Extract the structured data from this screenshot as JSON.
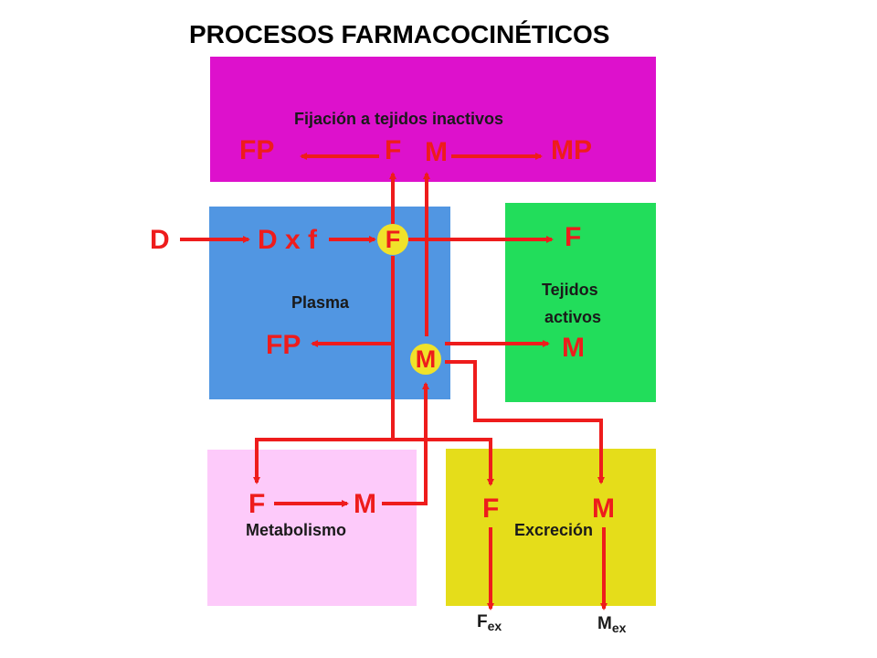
{
  "title": "PROCESOS  FARMACOCINÉTICOS",
  "colors": {
    "inactive_tissue": "#dd11cc",
    "plasma": "#5196e2",
    "active_tissue": "#22dd5b",
    "metabolism": "#fdcafa",
    "excretion": "#e5dd1a",
    "arrow": "#ee1c1c",
    "node": "#f0e22a"
  },
  "inactive_tissue": {
    "label": "Fijación a tejidos inactivos",
    "fp": "FP",
    "f": "F",
    "m": "M",
    "mp": "MP"
  },
  "plasma": {
    "label": "Plasma",
    "dose_outside": "D",
    "dose_factor": "D x f",
    "free_drug": "F",
    "fp": "FP",
    "metabolite": "M"
  },
  "active_tissue": {
    "label_line1": "Tejidos",
    "label_line2": "activos",
    "f": "F",
    "m": "M"
  },
  "metabolism": {
    "label": "Metabolismo",
    "f": "F",
    "m": "M"
  },
  "excretion": {
    "label": "Excreción",
    "f": "F",
    "m": "M",
    "f_ex_main": "F",
    "f_ex_sub": "ex",
    "m_ex_main": "M",
    "m_ex_sub": "ex"
  },
  "icons": [
    "arrow-right-icon",
    "arrow-left-icon",
    "arrow-up-icon",
    "arrow-down-icon"
  ]
}
